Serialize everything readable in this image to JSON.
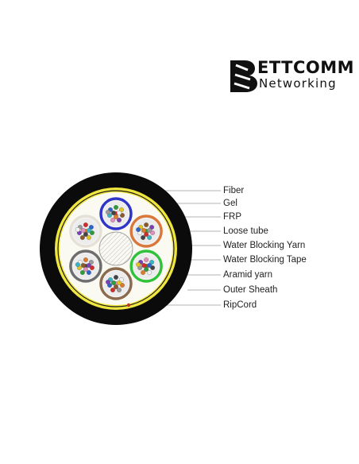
{
  "logo": {
    "line1": "ETTCOMM",
    "line2": "Networking",
    "mark_letter": "B",
    "mark_icon": "stylized-b-logo-icon"
  },
  "diagram": {
    "subject": "cable-cross-section",
    "labels": [
      "Fiber",
      "Gel",
      "FRP",
      "Loose tube",
      "Water Blocking Yarn",
      "Water Blocking Tape",
      "Aramid yarn",
      "Outer  Sheath",
      "RipCord"
    ],
    "tube_colors": [
      "#2e35c8",
      "#d9783c",
      "#2fc23a",
      "#8c6a4e",
      "#6e6e6e",
      "#e6e1d6"
    ],
    "fiber_colors": [
      "#d42a2a",
      "#2b63c9",
      "#2f9c3a",
      "#e3c41f",
      "#8a5a2b",
      "#7a3fb5",
      "#e38fbe",
      "#35b6c2",
      "#444444",
      "#f2f2f2",
      "#e07a2a",
      "#9a9a9a"
    ],
    "sheath_color": "#0b0b0b",
    "aramid_color": "#f0e640",
    "tape_color": "#fbfaf2"
  }
}
